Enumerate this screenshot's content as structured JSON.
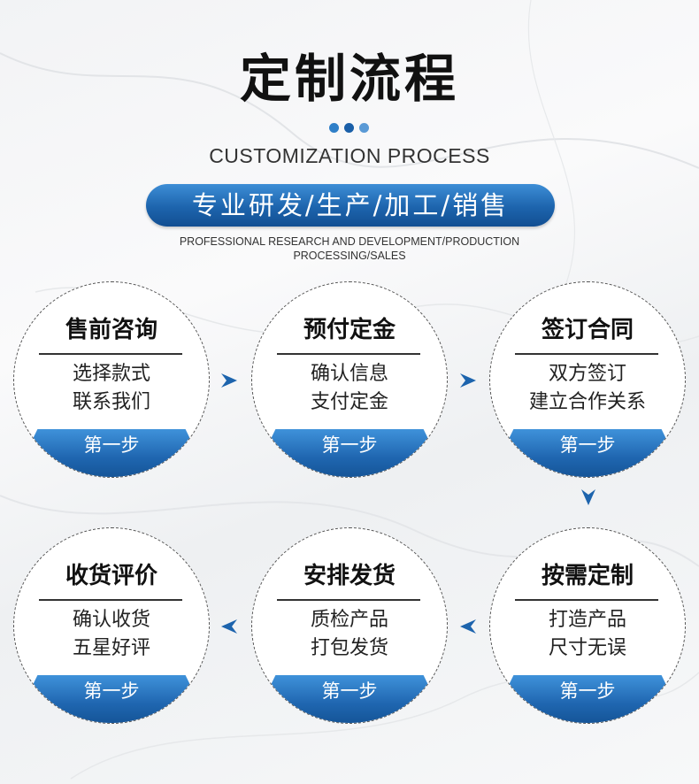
{
  "header": {
    "title": "定制流程",
    "subtitle": "CUSTOMIZATION PROCESS",
    "banner": "专业研发/生产/加工/销售",
    "banner_en_line1": "PROFESSIONAL RESEARCH AND DEVELOPMENT/PRODUCTION",
    "banner_en_line2": "PROCESSING/SALES"
  },
  "steps": [
    {
      "title": "售前咨询",
      "line1": "选择款式",
      "line2": "联系我们",
      "badge": "第一步"
    },
    {
      "title": "预付定金",
      "line1": "确认信息",
      "line2": "支付定金",
      "badge": "第一步"
    },
    {
      "title": "签订合同",
      "line1": "双方签订",
      "line2": "建立合作关系",
      "badge": "第一步"
    },
    {
      "title": "按需定制",
      "line1": "打造产品",
      "line2": "尺寸无误",
      "badge": "第一步"
    },
    {
      "title": "安排发货",
      "line1": "质检产品",
      "line2": "打包发货",
      "badge": "第一步"
    },
    {
      "title": "收货评价",
      "line1": "确认收货",
      "line2": "五星好评",
      "badge": "第一步"
    }
  ],
  "colors": {
    "accent": "#1d64ad",
    "text": "#111111"
  },
  "icons": [
    "arrow-right-icon",
    "arrow-down-icon",
    "arrow-left-icon"
  ]
}
